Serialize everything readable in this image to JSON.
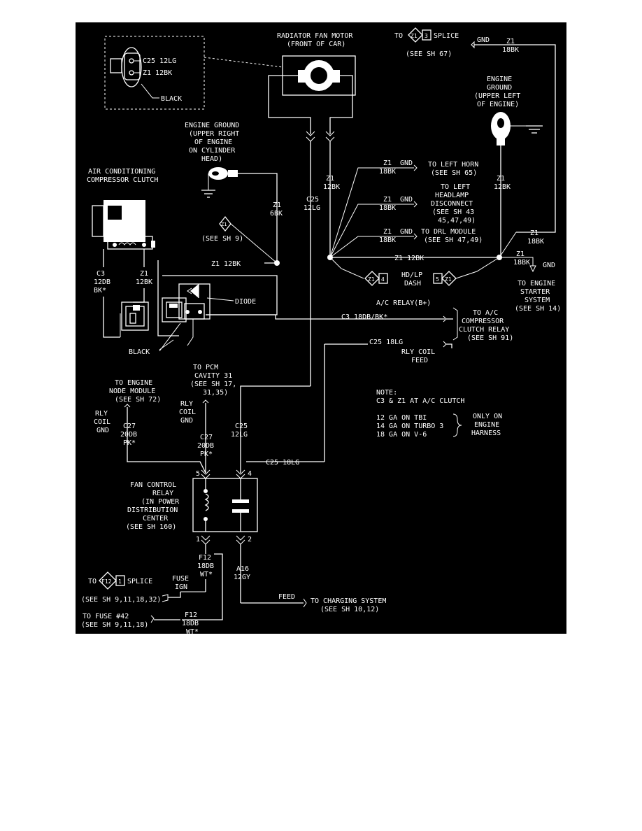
{
  "colors": {
    "background": "#000000",
    "ink": "#ffffff",
    "page": "#ffffff"
  },
  "icons": [
    "motor-icon",
    "ground-symbol-icon",
    "ring-terminal-icon",
    "connector-icon",
    "diode-icon",
    "relay-coil-icon",
    "relay-contact-icon"
  ],
  "connector_callout": {
    "pin1": "C25 12LG",
    "pin2": "Z1 12BK",
    "color": "BLACK"
  },
  "motor": {
    "title": "RADIATOR FAN MOTOR",
    "subtitle": "(FRONT OF CAR)"
  },
  "splice_top": {
    "to": "TO",
    "splice_id": "Z1",
    "splice_num": "3",
    "label": "SPLICE",
    "see": "(SEE SH 67)",
    "gnd": "GND",
    "wire1": "Z1",
    "wire2": "18BK"
  },
  "engine_ground_left": {
    "l1": "ENGINE",
    "l2": "GROUND",
    "l3": "(UPPER LEFT",
    "l4": "OF ENGINE)"
  },
  "engine_ground_right": {
    "l1": "ENGINE GROUND",
    "l2": "(UPPER RIGHT",
    "l3": "OF ENGINE",
    "l4": "ON CYLINDER",
    "l5": "HEAD)"
  },
  "ac_clutch": {
    "l1": "AIR CONDITIONING",
    "l2": "COMPRESSOR CLUTCH"
  },
  "wires": {
    "z1_6bk_a": "Z1",
    "z1_6bk_b": "6BK",
    "c25_a": "C25",
    "c25_b": "12LG",
    "z1_12bk_a": "Z1",
    "z1_12bk_b": "12BK",
    "z1_12bk_mid_a": "Z1",
    "z1_12bk_mid_b": "12BK",
    "z1_12bk_left": "Z1 12BK",
    "z1_12bk_bus": "Z1 12BK",
    "z1_18bk_right_a": "Z1",
    "z1_18bk_right_b": "18BK",
    "z1_18bk_gnd_a": "Z1",
    "z1_18bk_gnd_b": "18BK",
    "c3_a": "C3",
    "c3_b": "12DB",
    "c3_c": "BK*",
    "z1_clutch_a": "Z1",
    "z1_clutch_b": "12BK",
    "c3_relay": "C3 18DB/BK*",
    "c25_relay": "C25 18LG",
    "c25_lower_a": "C25",
    "c25_lower_b": "12LG",
    "c25_18lg_lower": "C25 18LG",
    "c27_left_a": "C27",
    "c27_left_b": "20DB",
    "c27_left_c": "PK*",
    "c27_right_a": "C27",
    "c27_right_b": "20DB",
    "c27_right_c": "PK*",
    "f12_a": "F12",
    "f12_b": "18DB",
    "f12_c": "WT*",
    "f12_b2_a": "F12",
    "f12_b2_b": "18DB",
    "f12_b2_c": "WT*",
    "a16_a": "A16",
    "a16_b": "12GY"
  },
  "ground_branches": [
    {
      "wire1": "Z1",
      "wire2": "18BK",
      "gnd": "GND",
      "to1": "TO LEFT HORN",
      "to2": "(SEE SH 65)",
      "to3": ""
    },
    {
      "wire1": "Z1",
      "wire2": "18BK",
      "gnd": "GND",
      "to1": "TO LEFT",
      "to2": "HEADLAMP",
      "to3": "DISCONNECT"
    },
    {
      "wire1": "Z1",
      "wire2": "18BK",
      "gnd": "GND",
      "to1": "TO DRL MODULE",
      "to2": "(SEE SH 47,49)",
      "to3": ""
    }
  ],
  "headlamp_see1": "(SEE SH 43",
  "headlamp_see2": "45,47,49)",
  "see_sh_9": "(SEE SH 9)",
  "z1_diamond": "Z1",
  "hdlp": {
    "left_id": "Z1",
    "left_num": "4",
    "right_num": "5",
    "right_id": "Z1",
    "l1": "HD/LP",
    "l2": "DASH"
  },
  "starter": {
    "gnd": "GND",
    "l1": "TO ENGINE",
    "l2": "STARTER",
    "l3": "SYSTEM",
    "l4": "(SEE SH 14)"
  },
  "diode_label": "DIODE",
  "black_label": "BLACK",
  "ac_relay": {
    "b_plus": "A/C RELAY(B+)",
    "to1": "TO A/C",
    "to2": "COMPRESSOR",
    "to3": "CLUTCH RELAY",
    "to4": "(SEE SH 91)",
    "rly1": "RLY COIL",
    "rly2": "FEED"
  },
  "pcm": {
    "l1": "TO PCM",
    "l2": "CAVITY 31",
    "l3": "(SEE SH 17,",
    "l4": "31,35)",
    "r1": "RLY",
    "r2": "COIL",
    "r3": "GND"
  },
  "node_module": {
    "l1": "TO ENGINE",
    "l2": "NODE MODULE",
    "l3": "(SEE SH 72)",
    "r1": "RLY",
    "r2": "COIL",
    "r3": "GND"
  },
  "note": {
    "title": "NOTE:",
    "line": "C3 & Z1 AT A/C CLUTCH",
    "g1": "12 GA ON TBI",
    "g2": "14 GA ON TURBO 3",
    "g3": "18 GA ON V-6",
    "r1": "ONLY ON",
    "r2": "ENGINE",
    "r3": "HARNESS"
  },
  "relay": {
    "l1": "FAN CONTROL",
    "l2": "RELAY",
    "l3": "(IN POWER",
    "l4": "DISTRIBUTION",
    "l5": "CENTER",
    "l6": "(SEE SH 160)",
    "p1": "1",
    "p2": "2",
    "p4": "4",
    "p5": "5"
  },
  "fuse_splice": {
    "to": "TO",
    "id": "F12",
    "num": "1",
    "label": "SPLICE",
    "see": "(SEE SH 9,11,18,32)",
    "fuse1": "FUSE",
    "fuse2": "IGN"
  },
  "fuse42": {
    "l1": "TO FUSE #42",
    "l2": "(SEE SH 9,11,18)"
  },
  "charging": {
    "feed": "FEED",
    "l1": "TO CHARGING SYSTEM",
    "l2": "(SEE SH 10,12)"
  }
}
